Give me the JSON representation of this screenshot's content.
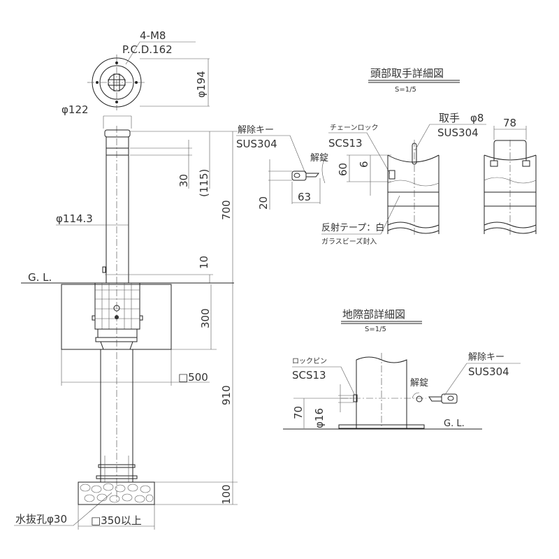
{
  "main_view": {
    "bolts": "4-M8",
    "pcd": "P.C.D.162",
    "dim_flange": "φ194",
    "dim_cap": "φ122",
    "dim_band": "30",
    "dim_band_pos": "(115)",
    "dim_above_ground": "700",
    "dim_pipe": "φ114.3",
    "dim_gap": "10",
    "ground_level": "G. L.",
    "dim_depth": "300",
    "dim_concrete": "□500",
    "dim_total_below": "910",
    "dim_gravel": "100",
    "drain_hole": "水抜孔φ30",
    "dim_gravel_width": "□350以上"
  },
  "head_detail": {
    "title": "頭部取手詳細図",
    "scale": "S=1/5",
    "key_label": "解除キー",
    "key_material": "SUS304",
    "unlock": "解錠",
    "dim_key_h": "20",
    "dim_key_w": "63",
    "chain_lock_label": "チェーンロック",
    "chain_lock_material": "SCS13",
    "dim_60": "60",
    "dim_6": "6",
    "handle_label": "取手　φ8",
    "handle_material": "SUS304",
    "dim_handle_w": "78",
    "tape_label": "反射テープ：白",
    "tape_note": "ガラスビーズ封入"
  },
  "ground_detail": {
    "title": "地際部詳細図",
    "scale": "S=1/5",
    "pin_label": "ロックピン",
    "pin_material": "SCS13",
    "unlock": "解錠",
    "key_label": "解除キー",
    "key_material": "SUS304",
    "dim_70": "70",
    "dim_pin": "φ16",
    "ground_level": "G. L."
  }
}
